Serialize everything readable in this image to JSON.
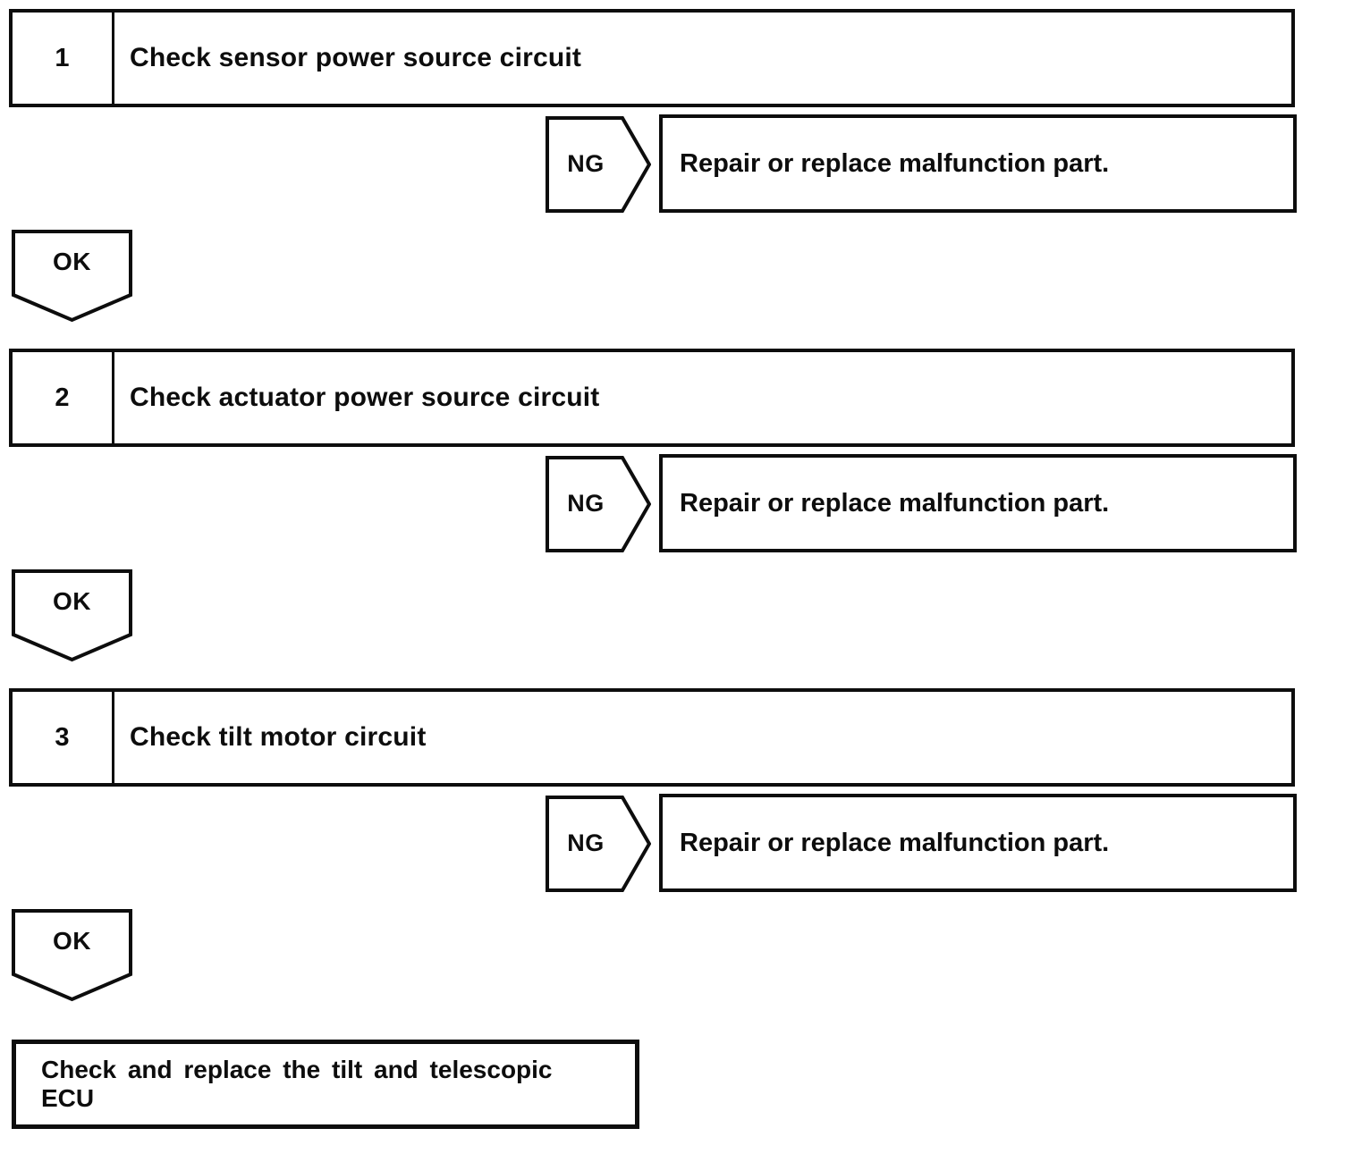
{
  "flowchart": {
    "steps": [
      {
        "number": "1",
        "title": "Check sensor power source circuit",
        "ng_label": "NG",
        "ng_result": "Repair or replace malfunction part.",
        "ok_label": "OK"
      },
      {
        "number": "2",
        "title": "Check actuator power source circuit",
        "ng_label": "NG",
        "ng_result": "Repair or replace malfunction part.",
        "ok_label": "OK"
      },
      {
        "number": "3",
        "title": "Check tilt motor circuit",
        "ng_label": "NG",
        "ng_result": "Repair or replace malfunction part.",
        "ok_label": "OK"
      }
    ],
    "final": {
      "text": "Check and replace the tilt and telescopic ECU"
    },
    "colors": {
      "line": "#0d0d0d",
      "background": "#ffffff",
      "text": "#0d0d0d"
    }
  }
}
